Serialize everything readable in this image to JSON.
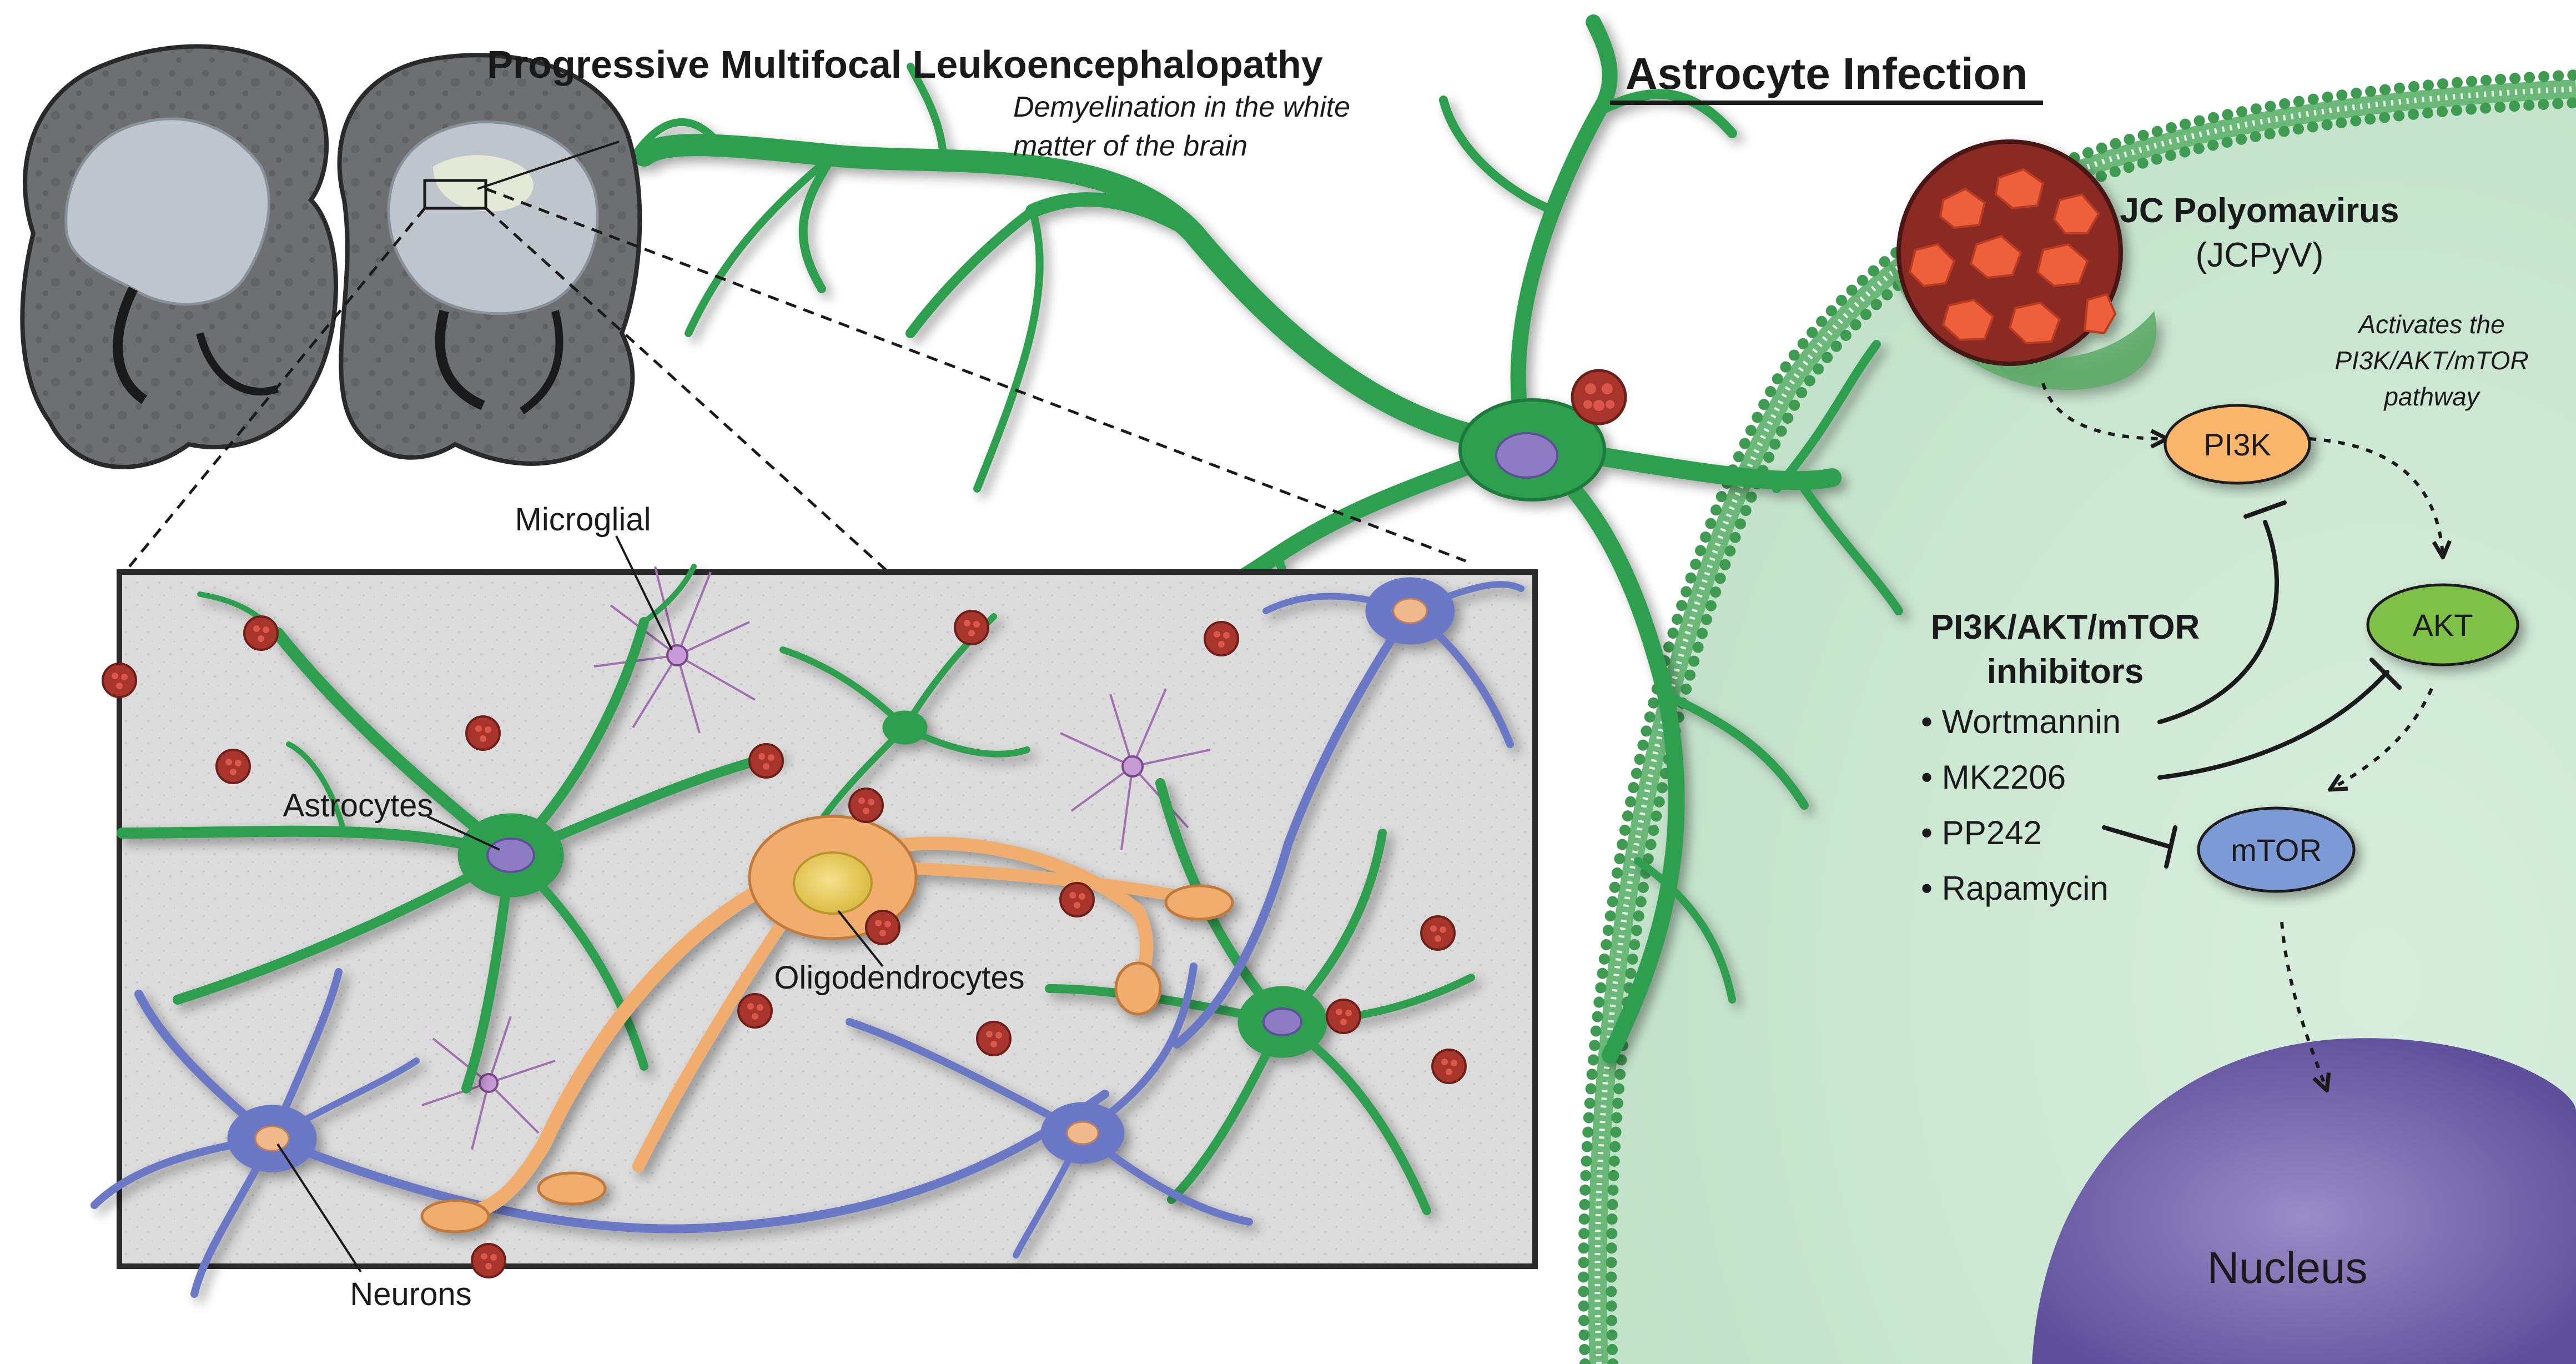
{
  "brain": {
    "title": "Progressive Multifocal Leukoencephalopathy",
    "subtitle_line1": "Demyelination in the white",
    "subtitle_line2": "matter of the brain"
  },
  "inset": {
    "labels": {
      "microglial": "Microglial",
      "astrocytes": "Astrocytes",
      "oligodendrocytes": "Oligodendrocytes",
      "neurons": "Neurons"
    }
  },
  "infection": {
    "title": "Astrocyte Infection",
    "virus_name": "JC Polyomavirus",
    "virus_abbrev": "(JCPyV)",
    "activates_line1": "Activates the",
    "activates_line2": "PI3K/AKT/mTOR",
    "activates_line3": "pathway",
    "nucleus": "Nucleus"
  },
  "pathway": {
    "nodes": [
      {
        "label": "PI3K",
        "color": "#f9b56a"
      },
      {
        "label": "AKT",
        "color": "#7fc04a"
      },
      {
        "label": "mTOR",
        "color": "#7b9ad6"
      }
    ]
  },
  "inhibitors": {
    "title_line1": "PI3K/AKT/mTOR",
    "title_line2": "inhibitors",
    "items": [
      "• Wortmannin",
      "• MK2206",
      "• PP242",
      "• Rapamycin"
    ]
  },
  "colors": {
    "astrocyte": "#2e9e4f",
    "neuron": "#6a78c6",
    "oligodendrocyte": "#f0ad6e",
    "microglia": "#a070b0",
    "virus": "#a8352c",
    "cytoplasm": "#cfe8d5",
    "membrane": "#6bb879",
    "nucleus": "#6a5ba6"
  }
}
